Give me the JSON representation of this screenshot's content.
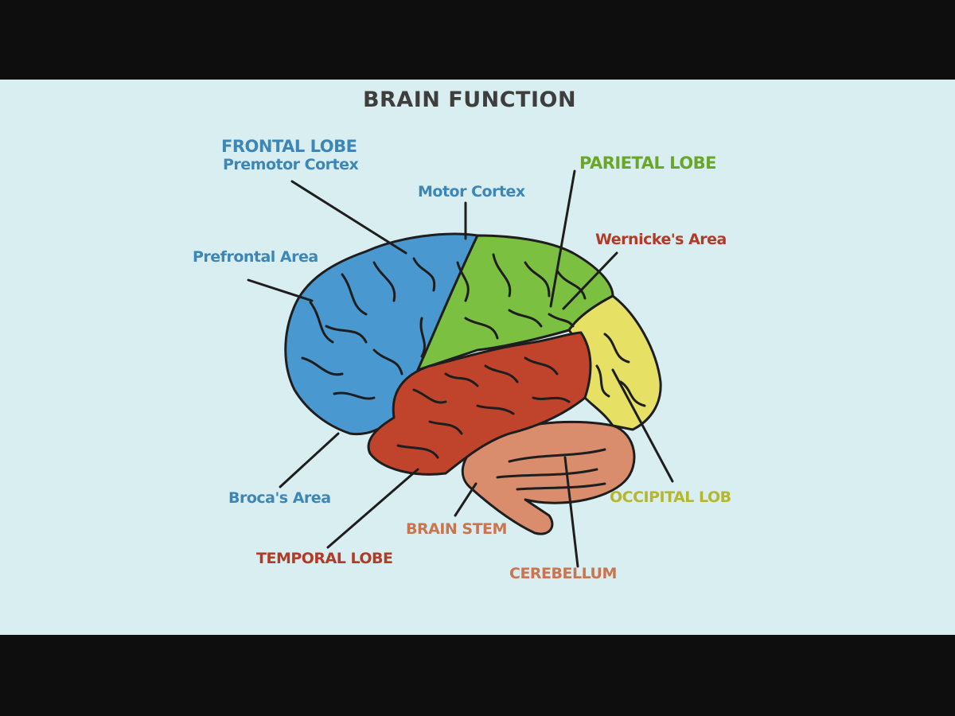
{
  "title": "BRAIN FUNCTION",
  "colors": {
    "background": "#d9eef1",
    "frontal": "#4a98d0",
    "parietal": "#7cc042",
    "temporal": "#c0442b",
    "occipital": "#e6e064",
    "cerebellum": "#d98d6c",
    "outline": "#1e1e1e",
    "label_blue": "#3d86b8",
    "label_green": "#6aa728",
    "label_red": "#b43a25",
    "label_yellow": "#b8b62c",
    "label_salmon": "#c97550",
    "title": "#3e3e3e"
  },
  "labels": {
    "frontal_lobe": "FRONTAL LOBE",
    "premotor_cortex": "Premotor Cortex",
    "motor_cortex": "Motor Cortex",
    "parietal_lobe": "PARIETAL LOBE",
    "wernickes_area": "Wernicke's Area",
    "prefrontal_area": "Prefrontal Area",
    "brocas_area": "Broca's Area",
    "temporal_lobe": "TEMPORAL LOBE",
    "brain_stem": "BRAIN STEM",
    "cerebellum": "CEREBELLUM",
    "occipital_lobe": "OCCIPITAL LOB"
  }
}
